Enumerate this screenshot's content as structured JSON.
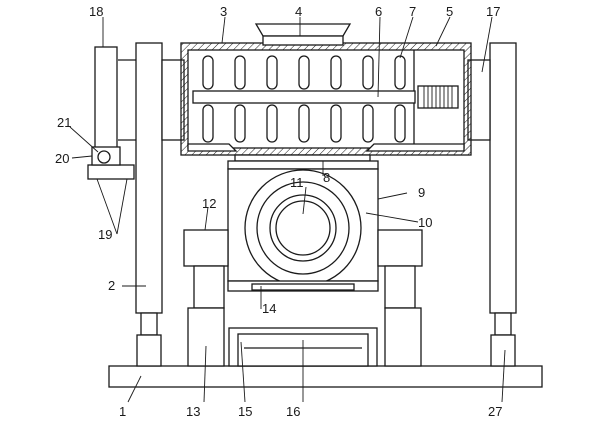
{
  "labels": [
    "1",
    "2",
    "3",
    "4",
    "5",
    "6",
    "7",
    "8",
    "9",
    "10",
    "11",
    "12",
    "13",
    "14",
    "15",
    "16",
    "17",
    "18",
    "19",
    "20",
    "21",
    "27"
  ]
}
